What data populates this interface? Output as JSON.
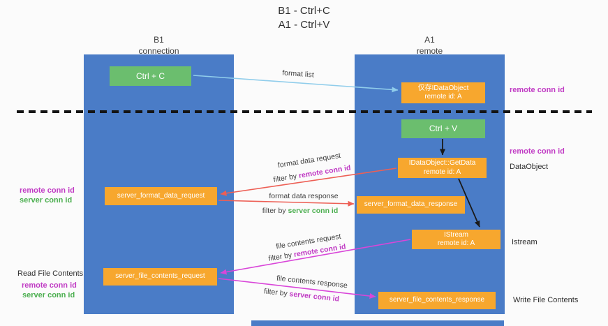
{
  "title": {
    "line1": "B1 - Ctrl+C",
    "line2": "A1 - Ctrl+V"
  },
  "lifelines": {
    "b1": {
      "name": "B1",
      "role": "connection"
    },
    "a1": {
      "name": "A1",
      "role": "remote"
    }
  },
  "nodes": {
    "ctrl_c": {
      "label": "Ctrl + C"
    },
    "stored_dataobject": {
      "line1": "仅存IDataObject",
      "line2": "remote id: A"
    },
    "ctrl_v": {
      "label": "Ctrl + V"
    },
    "getdata": {
      "line1": "IDataObject::GetData",
      "line2": "remote id: A"
    },
    "istream": {
      "line1": "IStream",
      "line2": "remote id: A"
    },
    "format_request": {
      "label": "server_format_data_request"
    },
    "format_response": {
      "label": "server_format_data_response"
    },
    "file_request": {
      "label": "server_file_contents_request"
    },
    "file_response": {
      "label": "server_file_contents_response"
    }
  },
  "annotations": {
    "right": {
      "remote_conn_id_top": "remote conn id",
      "remote_conn_id_mid": "remote conn id",
      "dataobject": "DataObject",
      "istream": "Istream",
      "write_file_contents": "Write File Contents"
    },
    "left": {
      "remote_conn_id_1": "remote conn id",
      "server_conn_id_1": "server conn id",
      "read_file_contents": "Read File Contents",
      "remote_conn_id_2": "remote conn id",
      "server_conn_id_2": "server conn id"
    }
  },
  "flows": {
    "format_list": "format list",
    "format_data_request": "format data request",
    "format_data_response": "format data response",
    "file_contents_request": "file contents request",
    "file_contents_response": "file contents response",
    "filter_by": "filter by ",
    "remote_conn_id": "remote conn id",
    "server_conn_id": "server conn id"
  },
  "colors": {
    "column_blue": "#4a7cc7",
    "box_green": "#6bbe6e",
    "box_orange": "#f7a72e",
    "magenta": "#c03bc4",
    "green_label": "#4caf50",
    "arrow_blue": "#90cdeb",
    "arrow_red": "#ed5f55",
    "arrow_magenta": "#d946d9",
    "arrow_black": "#1a1a1a"
  }
}
